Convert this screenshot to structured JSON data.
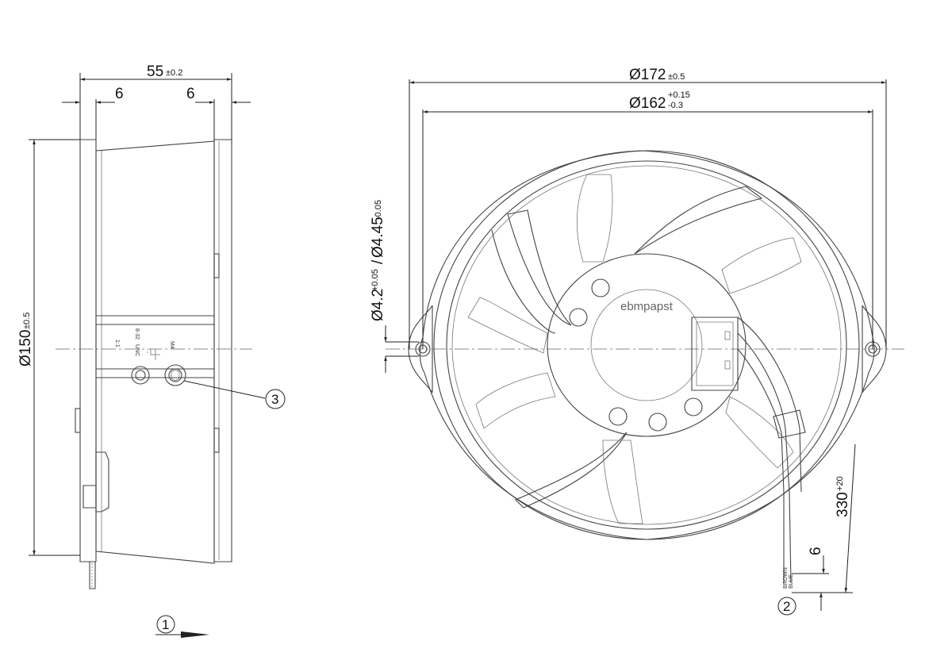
{
  "dimensions": {
    "depth": {
      "value": "55",
      "tolerance": "±0.2"
    },
    "flange_left": {
      "value": "6"
    },
    "flange_right": {
      "value": "6"
    },
    "diameter_150": {
      "value": "Ø150",
      "tolerance": "±0.5"
    },
    "diameter_172": {
      "value": "Ø172",
      "tolerance": "±0.5"
    },
    "diameter_162": {
      "value": "Ø162",
      "tolerance_upper": "+0.15",
      "tolerance_lower": "-0.3"
    },
    "hole_diameter": {
      "value_a": "Ø4.2",
      "tol_a": "+0.05",
      "separator": "/",
      "value_b": "Ø4.45",
      "tol_b": "-0.05"
    },
    "lead_length": {
      "value": "330",
      "tolerance": "+20"
    },
    "strip_length": {
      "value": "6"
    }
  },
  "labels": {
    "brand": "ebmpapst",
    "side_marking_1": "M4",
    "side_marking_2": "8-32",
    "side_marking_3": "UNC",
    "side_marking_4": "1:1",
    "wire_labels": [
      "BROWN",
      "BLUE"
    ]
  },
  "callouts": [
    {
      "number": "1"
    },
    {
      "number": "2"
    },
    {
      "number": "3"
    }
  ],
  "colors": {
    "line": "#222222",
    "part": "#444444",
    "background": "#ffffff"
  }
}
